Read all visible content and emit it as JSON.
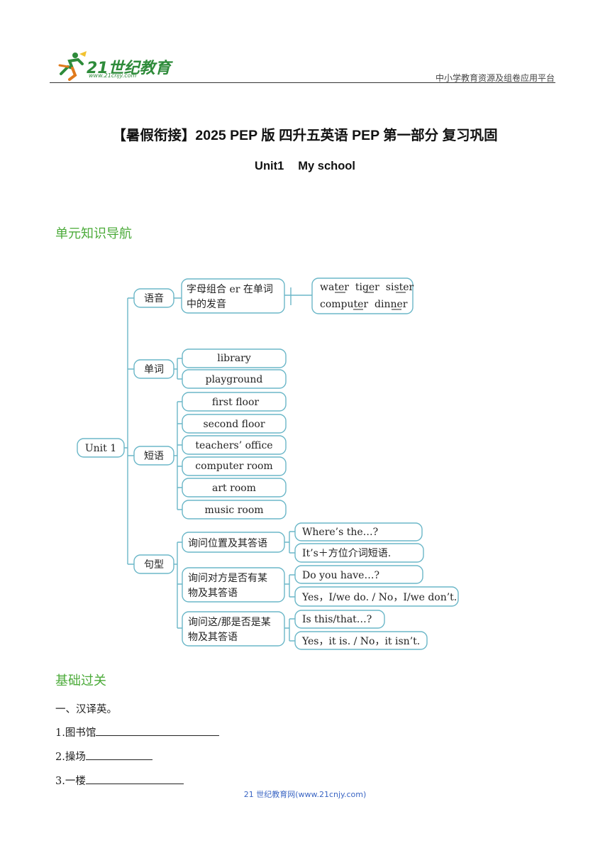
{
  "header": {
    "logo_text": "21世纪教育",
    "logo_url": "www.21cnjy.com",
    "platform": "中小学教育资源及组卷应用平台"
  },
  "title": "【暑假衔接】2025 PEP 版  四升五英语 PEP 第一部分  复习巩固",
  "subtitle": {
    "unit": "Unit1",
    "name": "My school"
  },
  "sections": {
    "navigation": "单元知识导航",
    "basics": "基础过关"
  },
  "mindmap": {
    "root": "Unit 1",
    "pronunciation": {
      "label": "语音",
      "rule": [
        "字母组合 er 在单词",
        "中的发音"
      ],
      "examples": [
        "water  tiger  sister",
        "computer  dinner"
      ]
    },
    "words": {
      "label": "单词",
      "items": [
        "library",
        "playground"
      ]
    },
    "phrases": {
      "label": "短语",
      "items": [
        "first floor",
        "second floor",
        "teachers’ office",
        "computer room",
        "art room",
        "music room"
      ]
    },
    "sentences": {
      "label": "句型",
      "groups": [
        {
          "topic": [
            "询问位置及其答语"
          ],
          "items": [
            "Where’s the…?",
            "It’s＋方位介词短语."
          ]
        },
        {
          "topic": [
            "询问对方是否有某",
            "物及其答语"
          ],
          "items": [
            "Do you have…?",
            "Yes，I/we do. / No，I/we don’t."
          ]
        },
        {
          "topic": [
            "询问这/那是否是某",
            "物及其答语"
          ],
          "items": [
            "Is this/that…?",
            "Yes，it is. / No，it isn’t."
          ]
        }
      ]
    }
  },
  "exercise": {
    "heading": "一、汉译英。",
    "items": [
      "1.图书馆",
      "2.操场",
      "3.一楼"
    ]
  },
  "footer": "21 世纪教育网(www.21cnjy.com)"
}
